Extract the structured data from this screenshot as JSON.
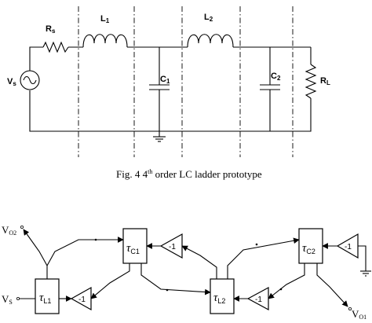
{
  "circuit": {
    "labels": {
      "rs": "R",
      "rs_sub": "s",
      "l1": "L",
      "l1_sub": "1",
      "l2": "L",
      "l2_sub": "2",
      "c1": "C",
      "c1_sub": "1",
      "c2": "C",
      "c2_sub": "2",
      "rl": "R",
      "rl_sub": "L",
      "vs": "V",
      "vs_sub": "s"
    },
    "caption": {
      "prefix": "Fig. 4 4",
      "sup": "th",
      "suffix": " order LC ladder prototype"
    }
  },
  "flow": {
    "integrators": [
      {
        "symbol": "τ",
        "sub": "L1"
      },
      {
        "symbol": "τ",
        "sub": "C1"
      },
      {
        "symbol": "τ",
        "sub": "L2"
      },
      {
        "symbol": "τ",
        "sub": "C2"
      }
    ],
    "amplifier_gain": "-1",
    "ports": {
      "vo2": "V",
      "vo2_sub": "O2",
      "vs": "V",
      "vs_sub": "S",
      "vo1": "V",
      "vo1_sub": "O1"
    }
  }
}
